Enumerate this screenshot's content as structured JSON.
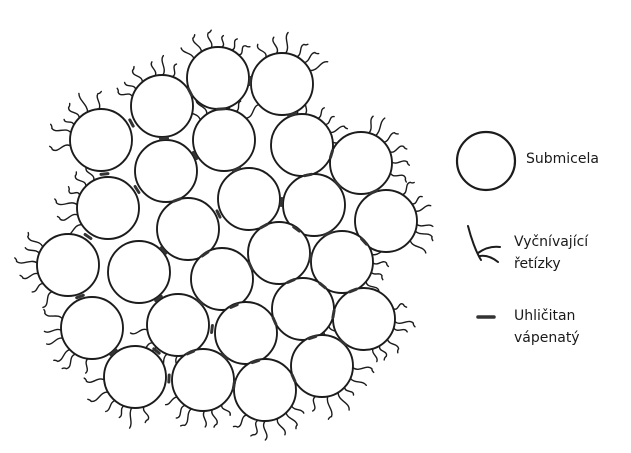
{
  "diagram": {
    "legend": {
      "submicelle_label": "Submicela",
      "chains_label_line1": "Vyčnívající",
      "chains_label_line2": "řetízky",
      "carbonate_label_line1": "Uhličitan",
      "carbonate_label_line2": "vápenatý"
    },
    "colors": {
      "paper": "#ffffff",
      "ink": "#1c1c1c",
      "carbonate": "#333333"
    }
  }
}
